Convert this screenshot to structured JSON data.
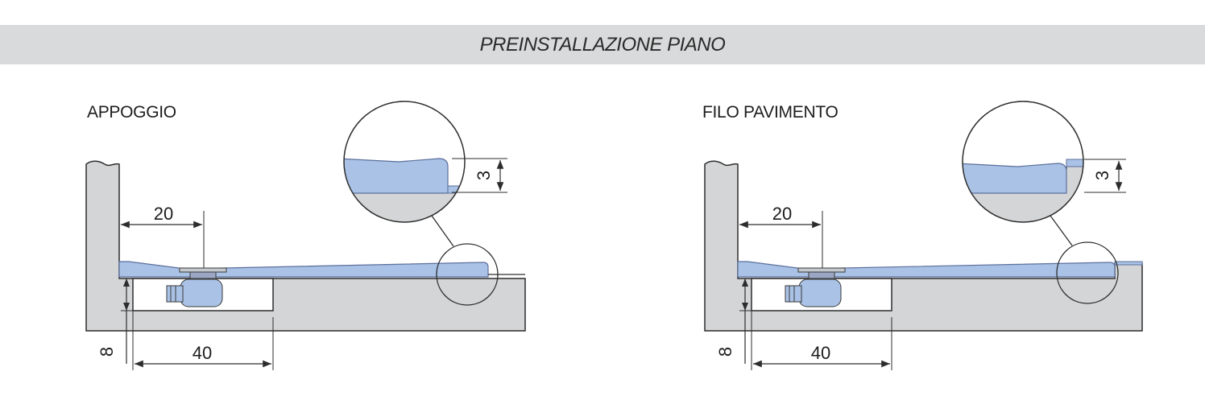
{
  "header": {
    "title": "PREINSTALLAZIONE PIANO"
  },
  "panels": [
    {
      "caption": "APPOGGIO",
      "dim_drain_offset": "20",
      "dim_recess_width": "40",
      "dim_recess_depth": "8",
      "dim_detail_height": "3"
    },
    {
      "caption": "FILO PAVIMENTO",
      "dim_drain_offset": "20",
      "dim_recess_width": "40",
      "dim_recess_depth": "8",
      "dim_detail_height": "3"
    }
  ],
  "colors": {
    "banner": "#d9dadb",
    "wall": "#d4d5d6",
    "tray": "#a9c2e6",
    "tray_edge": "#5c6f9c",
    "line": "#2d2d2d"
  }
}
